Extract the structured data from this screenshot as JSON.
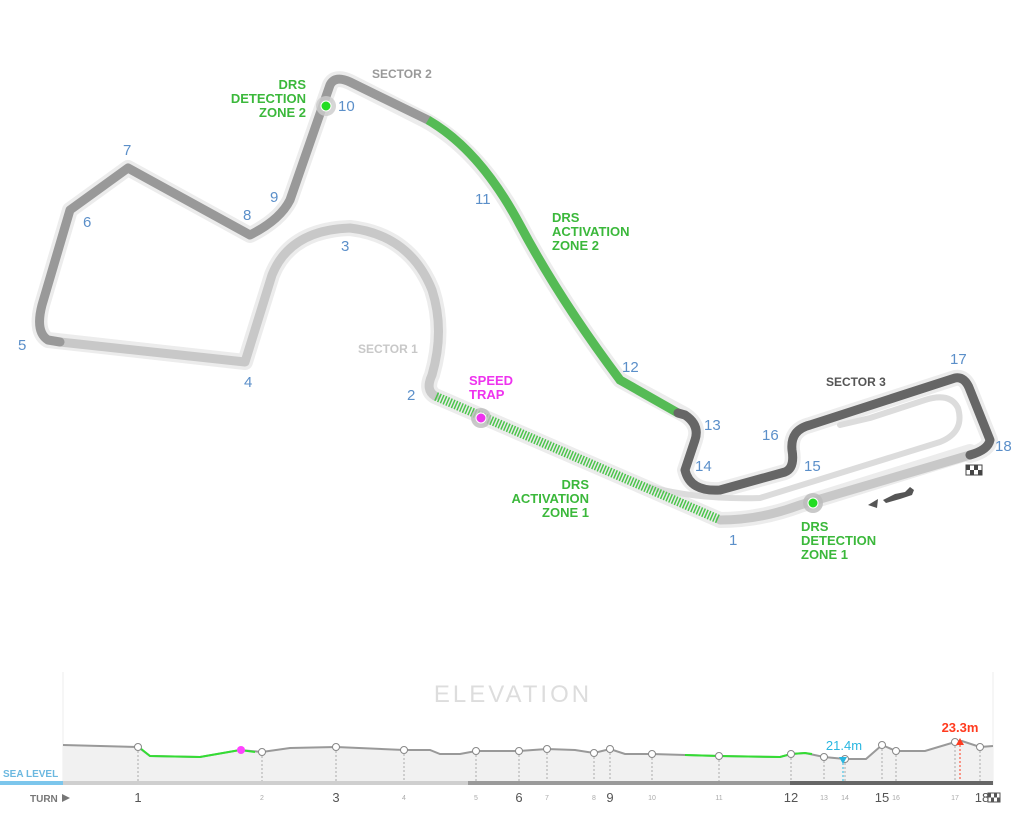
{
  "map": {
    "turns": [
      "1",
      "2",
      "3",
      "4",
      "5",
      "6",
      "7",
      "8",
      "9",
      "10",
      "11",
      "12",
      "13",
      "14",
      "15",
      "16",
      "17",
      "18"
    ],
    "sectors": [
      "SECTOR 1",
      "SECTOR 2",
      "SECTOR 3"
    ],
    "drs_detection_1": [
      "DRS",
      "DETECTION",
      "ZONE 1"
    ],
    "drs_detection_2": [
      "DRS",
      "DETECTION",
      "ZONE 2"
    ],
    "drs_activation_1": [
      "DRS",
      "ACTIVATION",
      "ZONE 1"
    ],
    "drs_activation_2": [
      "DRS",
      "ACTIVATION",
      "ZONE 2"
    ],
    "speed_trap": [
      "SPEED",
      "TRAP"
    ],
    "icons": [
      "chequered-flag-icon",
      "car-icon",
      "direction-arrow-icon"
    ],
    "colors": {
      "sector1": "#c8c8c8",
      "sector2": "#999999",
      "sector3": "#666666",
      "drs": "#4cc44c",
      "turn_label": "#5b8fc9",
      "speed_trap": "#ee33ee"
    }
  },
  "elevation": {
    "title": "ELEVATION",
    "sea_level": "SEA LEVEL",
    "turn_label": "TURN",
    "min_label": "21.4m",
    "max_label": "23.3m",
    "turns": [
      "1",
      "2",
      "3",
      "4",
      "5",
      "6",
      "7",
      "8",
      "9",
      "10",
      "11",
      "12",
      "13",
      "14",
      "15",
      "16",
      "17",
      "18"
    ],
    "colors": {
      "min": "#29b6e0",
      "max": "#ff3b1f",
      "drs": "#33dd33",
      "speed_trap": "#ff44ff"
    }
  }
}
